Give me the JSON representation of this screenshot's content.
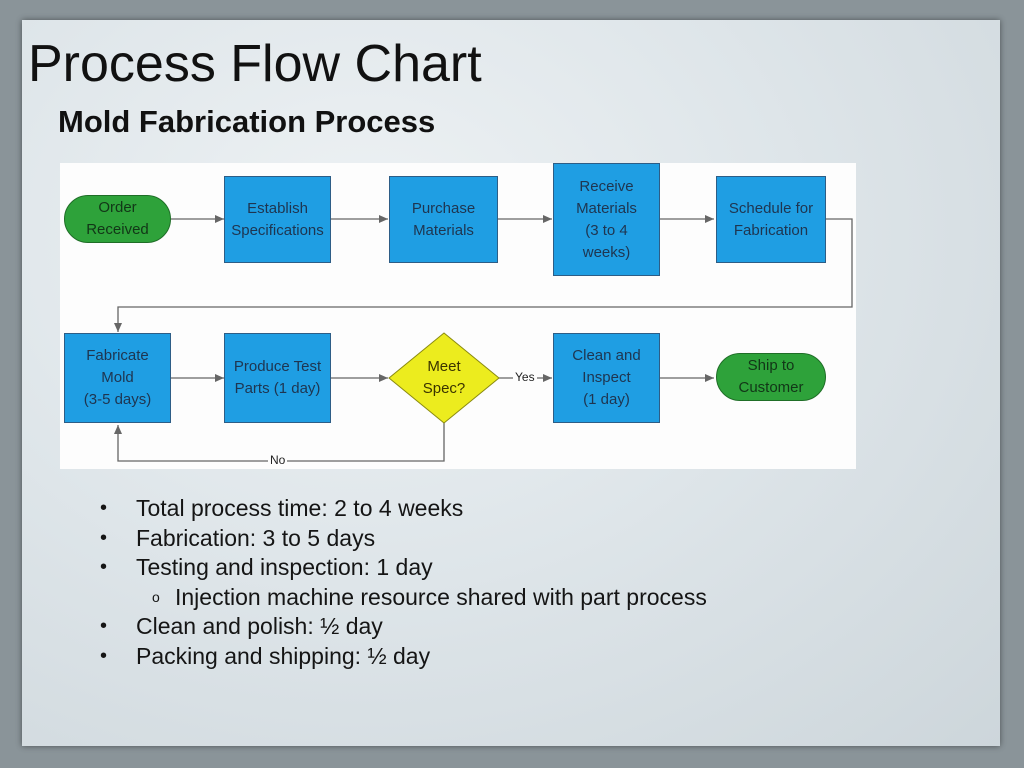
{
  "slide": {
    "title": "Process Flow Chart",
    "subtitle": "Mold Fabrication Process"
  },
  "flowchart": {
    "nodes": {
      "order_received": "Order\nReceived",
      "establish_specs": "Establish\nSpecifications",
      "purchase_materials": "Purchase\nMaterials",
      "receive_materials": "Receive\nMaterials\n(3 to 4\nweeks)",
      "schedule_fabrication": "Schedule for\nFabrication",
      "fabricate_mold": "Fabricate\nMold\n(3-5 days)",
      "produce_test_parts": "Produce Test\nParts (1 day)",
      "meet_spec": "Meet\nSpec?",
      "clean_inspect": "Clean and\nInspect\n(1 day)",
      "ship_customer": "Ship to\nCustomer"
    },
    "edge_labels": {
      "yes": "Yes",
      "no": "No"
    },
    "colors": {
      "process": "#1f9ee3",
      "terminal": "#2ea23a",
      "decision": "#ecec1e",
      "connector": "#666666"
    }
  },
  "bullets": [
    {
      "marker": "•",
      "text": "Total process time: 2 to 4 weeks"
    },
    {
      "marker": "•",
      "text": "Fabrication: 3 to 5 days"
    },
    {
      "marker": "•",
      "text": "Testing and inspection: 1 day"
    },
    {
      "marker": "o",
      "text": "Injection machine resource shared with part process"
    },
    {
      "marker": "•",
      "text": "Clean and polish: ½ day"
    },
    {
      "marker": "•",
      "text": "Packing and shipping:  ½ day"
    }
  ]
}
